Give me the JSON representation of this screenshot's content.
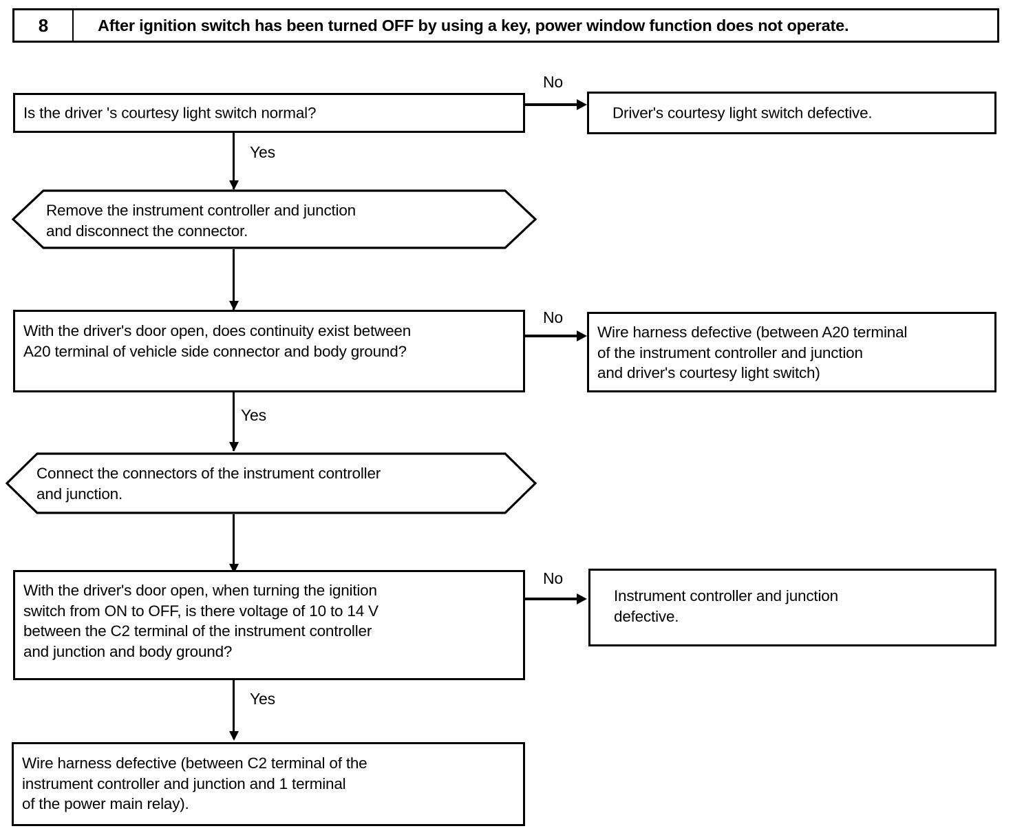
{
  "header": {
    "number": "8",
    "title": "After ignition switch has been turned OFF by using a key, power window function does not operate."
  },
  "nodes": {
    "q1": "Is the driver 's courtesy light switch normal?",
    "q1_no_result": "Driver's courtesy light switch defective.",
    "p1": "Remove the instrument controller and junction\nand disconnect the connector.",
    "q2": "With the driver's door open, does continuity exist between\nA20 terminal of vehicle side connector and body ground?",
    "q2_no_result": "Wire harness defective (between A20 terminal\nof the instrument controller and junction\nand driver's courtesy light switch)",
    "p2": "Connect the connectors of the instrument controller\nand junction.",
    "q3": "With the driver's door open, when turning the ignition\nswitch from ON to OFF, is there voltage of 10 to 14 V\nbetween the C2 terminal of the instrument controller\nand junction and body ground?",
    "q3_no_result": "Instrument controller and junction\ndefective.",
    "final_result": "Wire harness defective (between C2 terminal of the\ninstrument controller and junction and 1 terminal\nof the power main relay)."
  },
  "edge_labels": {
    "no1": "No",
    "yes1": "Yes",
    "no2": "No",
    "yes2": "Yes",
    "no3": "No",
    "yes3": "Yes"
  },
  "colors": {
    "line": "#000000",
    "background": "#ffffff",
    "text": "#000000"
  }
}
